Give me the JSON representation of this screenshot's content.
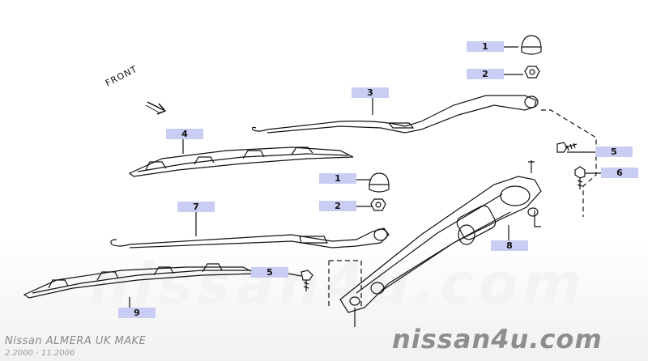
{
  "diagram": {
    "front_label": "FRONT",
    "watermark": "nissan4u.com",
    "footer": {
      "model": "Nissan ALMERA UK MAKE",
      "dates": "2.2000 - 11.2006",
      "site": "nissan4u.com"
    },
    "callouts": [
      "1",
      "2",
      "3",
      "4",
      "5",
      "6",
      "1",
      "2",
      "7",
      "8",
      "5",
      "9"
    ]
  },
  "colors": {
    "callout_fill": "#c9ccf3",
    "line": "#111111",
    "watermark": "#f3f3f3",
    "footer_text": "#8a8a8a"
  }
}
